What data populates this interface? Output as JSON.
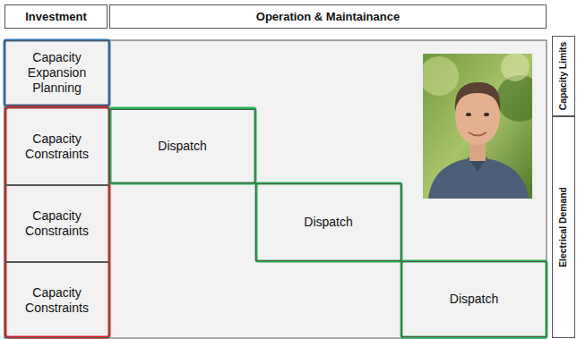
{
  "diagram": {
    "nodes": [
      {
        "text": [
          "Investment"
        ]
      },
      {
        "text": [
          "Operation & Maintainance"
        ]
      },
      {
        "text": [
          "Capacity Expansion Planning"
        ]
      },
      {
        "text": [
          "Capacity Constraints"
        ]
      },
      {
        "text": [
          "Dispatch"
        ]
      },
      {
        "text": [
          "Capacity Constraints"
        ]
      },
      {
        "text": [
          "Dispatch"
        ]
      },
      {
        "text": [
          "Capacity Constraints"
        ]
      },
      {
        "text": [
          "Dispatch"
        ]
      },
      {
        "text": [
          "Capacity Limits"
        ]
      },
      {
        "text": [
          "Electrical Demand"
        ]
      }
    ]
  }
}
